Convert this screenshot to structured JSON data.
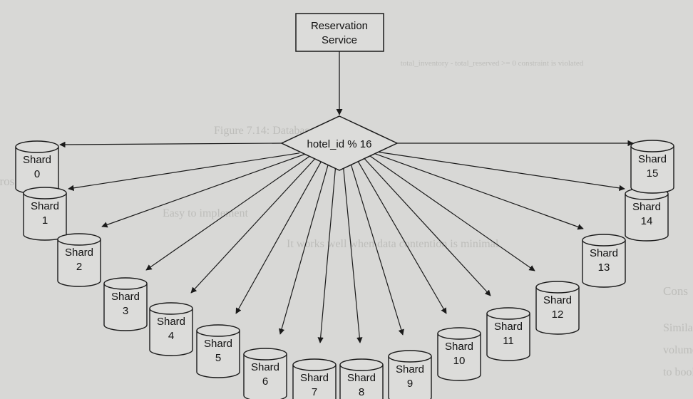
{
  "service_box": {
    "label_line1": "Reservation",
    "label_line2": "Service"
  },
  "router": {
    "label": "hotel_id % 16"
  },
  "shard_word": "Shard",
  "shards": [
    "0",
    "1",
    "2",
    "3",
    "4",
    "5",
    "6",
    "7",
    "8",
    "9",
    "10",
    "11",
    "12",
    "13",
    "14",
    "15"
  ],
  "background_text": [
    "total_inventory - total_reserved >= 0 constraint is violated",
    "Figure 7.14: Database constraint",
    "Pros",
    "Easy to implement",
    "It works well when data contention is minimal.",
    "Cons",
    "Similar to optimistic locking, when data contention is heavy, it can result in a high",
    "volume of failures. Users could see there are rooms available, but when they try",
    "to book one, they get the \"no rooms available\" response. The experience can be"
  ],
  "colors": {
    "stroke": "#1a1a1a",
    "fill": "#dcdcda",
    "background": "#d8d8d6"
  }
}
